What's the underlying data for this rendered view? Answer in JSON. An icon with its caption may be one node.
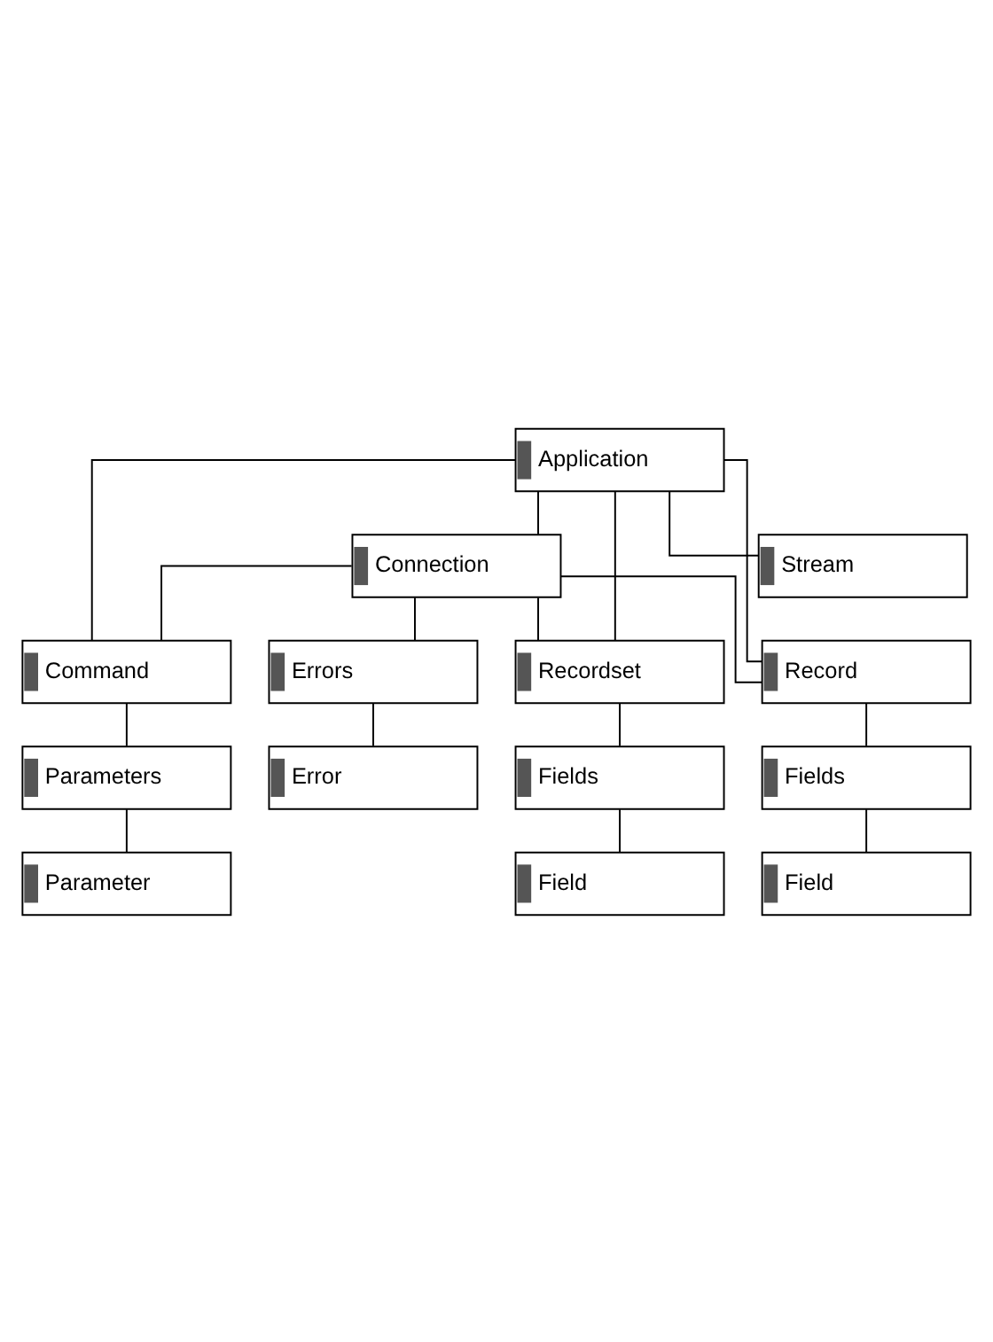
{
  "diagram": {
    "nodes": [
      {
        "text": [
          "Application"
        ]
      },
      {
        "text": [
          "Connection"
        ]
      },
      {
        "text": [
          "Errors"
        ]
      },
      {
        "text": [
          "Error"
        ]
      },
      {
        "text": [
          "Command"
        ]
      },
      {
        "text": [
          "Parameters"
        ]
      },
      {
        "text": [
          "Parameter"
        ]
      },
      {
        "text": [
          "Recordset"
        ]
      },
      {
        "text": [
          "Fields"
        ]
      },
      {
        "text": [
          "Field"
        ]
      },
      {
        "text": [
          "Record"
        ]
      },
      {
        "text": [
          "Fields"
        ]
      },
      {
        "text": [
          "Field"
        ]
      },
      {
        "text": [
          "Stream"
        ]
      }
    ],
    "edges": [
      {
        "from": 0,
        "to": 1,
        "arrow": "none"
      },
      {
        "from": 0,
        "to": 4,
        "arrow": "none"
      },
      {
        "from": 0,
        "to": 7,
        "arrow": "none"
      },
      {
        "from": 0,
        "to": 10,
        "arrow": "none"
      },
      {
        "from": 0,
        "to": 13,
        "arrow": "none"
      },
      {
        "from": 1,
        "to": 2,
        "arrow": "none"
      },
      {
        "from": 2,
        "to": 3,
        "arrow": "none"
      },
      {
        "from": 1,
        "to": 4,
        "arrow": "none"
      },
      {
        "from": 4,
        "to": 5,
        "arrow": "none"
      },
      {
        "from": 5,
        "to": 6,
        "arrow": "none"
      },
      {
        "from": 1,
        "to": 7,
        "arrow": "none"
      },
      {
        "from": 7,
        "to": 8,
        "arrow": "none"
      },
      {
        "from": 8,
        "to": 9,
        "arrow": "none"
      },
      {
        "from": 1,
        "to": 10,
        "arrow": "none"
      },
      {
        "from": 10,
        "to": 11,
        "arrow": "none"
      },
      {
        "from": 11,
        "to": 12,
        "arrow": "none"
      }
    ]
  }
}
